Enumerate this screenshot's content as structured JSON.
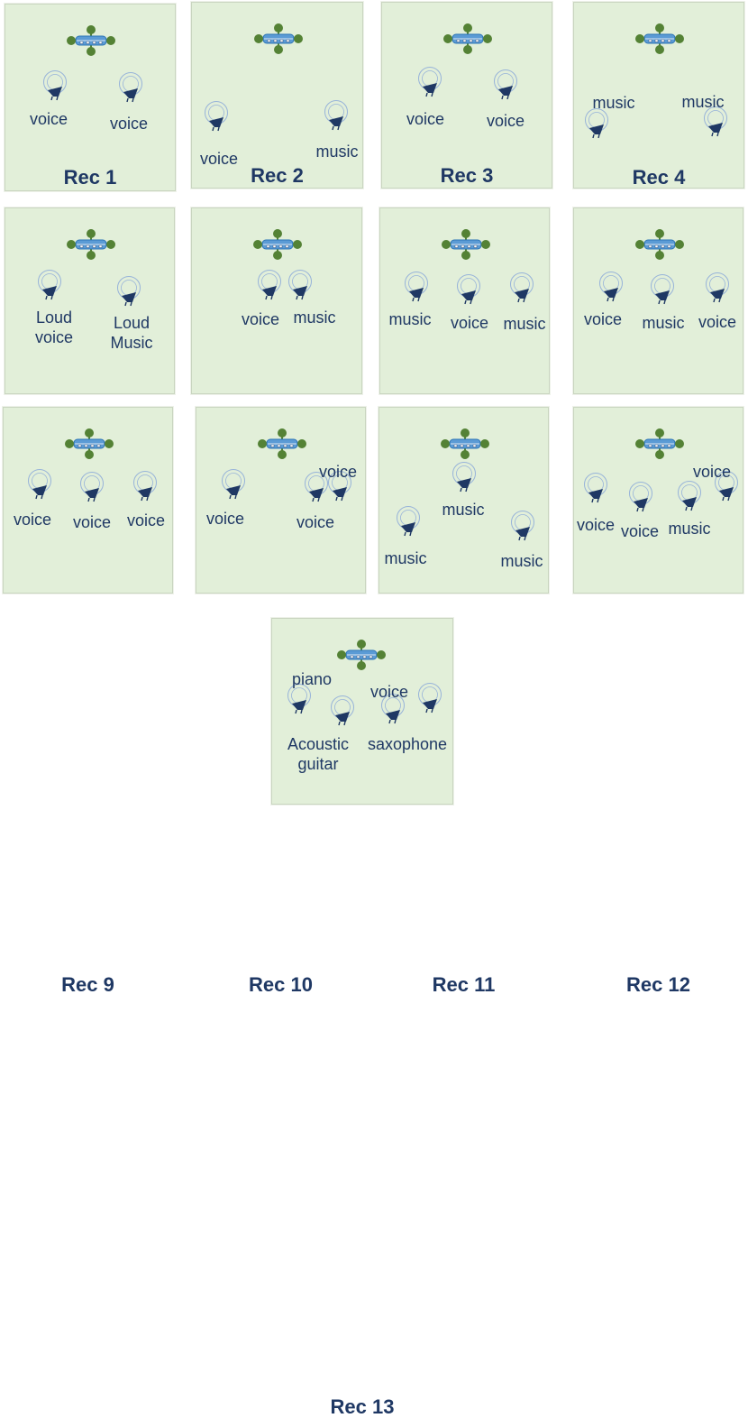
{
  "colors": {
    "panel_background": "#e2efd9",
    "text": "#1f3864",
    "speaker_ring": "#97b3d9",
    "speaker_body": "#1f3864",
    "array_body": "#5b9bd5",
    "array_mic": "#548235"
  },
  "icons": {
    "array": "microphone-array-icon",
    "source": "loudspeaker-icon"
  },
  "panels": [
    {
      "title": "Rec 1",
      "sources": [
        {
          "label": "voice"
        },
        {
          "label": "voice"
        }
      ]
    },
    {
      "title": "Rec 2",
      "sources": [
        {
          "label": "voice"
        },
        {
          "label": "music"
        }
      ]
    },
    {
      "title": "Rec 3",
      "sources": [
        {
          "label": "voice"
        },
        {
          "label": "voice"
        }
      ]
    },
    {
      "title": "Rec 4",
      "sources": [
        {
          "label": "music"
        },
        {
          "label": "music"
        }
      ]
    },
    {
      "title": "Rec 5",
      "sources": [
        {
          "label": "Loud voice"
        },
        {
          "label": "Loud Music"
        }
      ]
    },
    {
      "title": "Rec 6",
      "sources": [
        {
          "label": "voice"
        },
        {
          "label": "music"
        }
      ]
    },
    {
      "title": "Rec 7",
      "sources": [
        {
          "label": "music"
        },
        {
          "label": "voice"
        },
        {
          "label": "music"
        }
      ]
    },
    {
      "title": "Rec 8",
      "sources": [
        {
          "label": "voice"
        },
        {
          "label": "music"
        },
        {
          "label": "voice"
        }
      ]
    },
    {
      "title": "Rec 9",
      "sources": [
        {
          "label": "voice"
        },
        {
          "label": "voice"
        },
        {
          "label": "voice"
        }
      ]
    },
    {
      "title": "Rec 10",
      "sources": [
        {
          "label": "voice"
        },
        {
          "label": "voice"
        },
        {
          "label": "voice"
        }
      ]
    },
    {
      "title": "Rec 11",
      "sources": [
        {
          "label": "music"
        },
        {
          "label": "music"
        },
        {
          "label": "music"
        }
      ]
    },
    {
      "title": "Rec 12",
      "sources": [
        {
          "label": "voice"
        },
        {
          "label": "voice"
        },
        {
          "label": "music"
        },
        {
          "label": "voice"
        }
      ]
    },
    {
      "title": "Rec 13",
      "sources": [
        {
          "label": "piano"
        },
        {
          "label": "Acoustic guitar"
        },
        {
          "label": "voice"
        },
        {
          "label": "saxophone"
        }
      ]
    }
  ]
}
